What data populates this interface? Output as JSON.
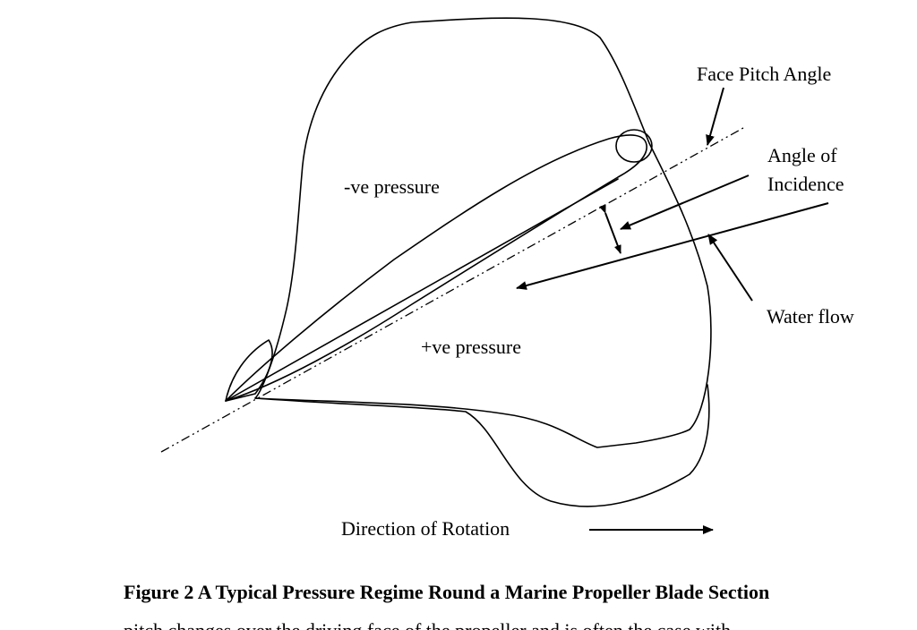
{
  "labels": {
    "face_pitch_angle": "Face Pitch Angle",
    "angle_of_incidence_line1": "Angle of",
    "angle_of_incidence_line2": "Incidence",
    "negative_pressure": "-ve pressure",
    "positive_pressure": "+ve pressure",
    "water_flow": "Water flow",
    "direction_of_rotation": "Direction of Rotation"
  },
  "caption": "Figure 2 A Typical Pressure Regime Round a Marine Propeller Blade Section",
  "continuation_text": "pitch changes over the driving face of the propeller and is often the case with"
}
